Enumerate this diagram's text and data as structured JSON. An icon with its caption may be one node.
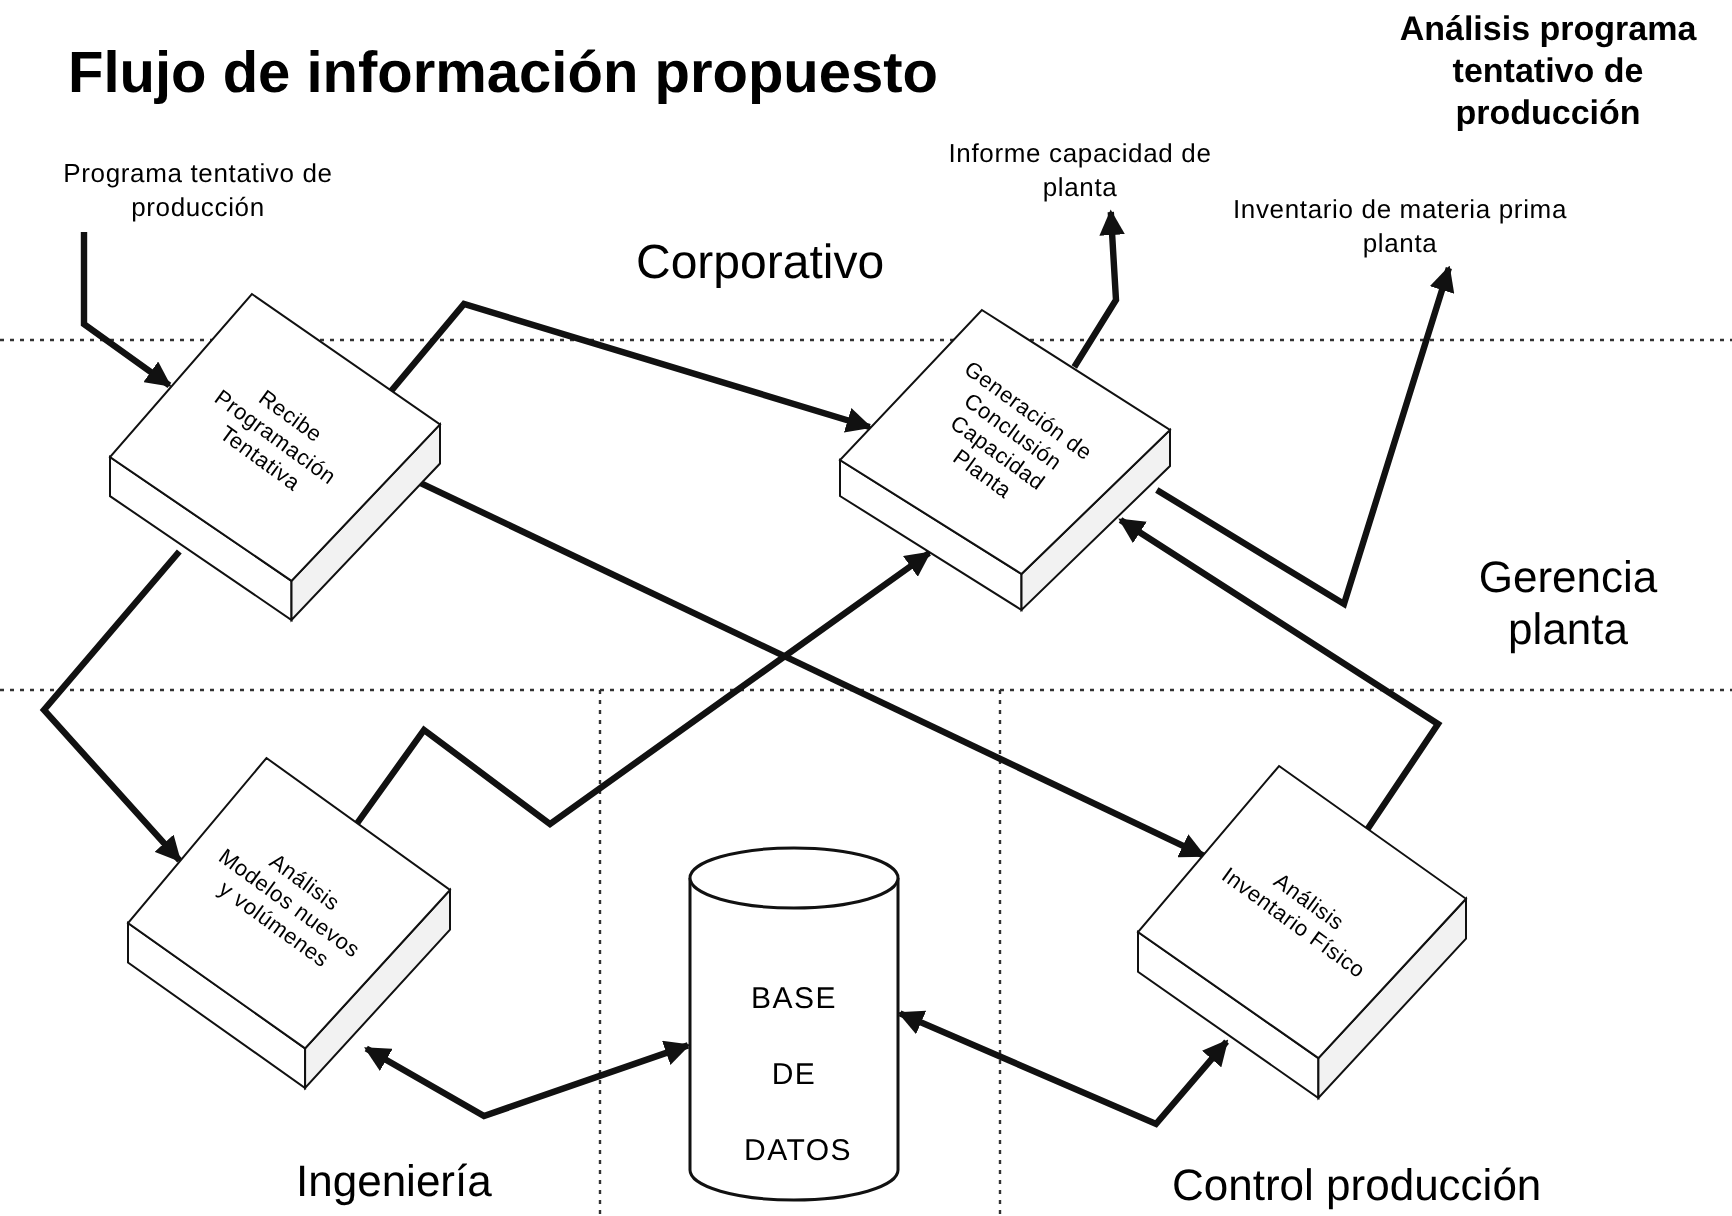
{
  "diagram": {
    "title": "Flujo de información propuesto",
    "nodes": [
      {
        "text": [
          "Programa tentativo de producción"
        ]
      },
      {
        "text": [
          "Recibe Programación Tentativa"
        ]
      },
      {
        "text": [
          "Informe capacidad de planta"
        ]
      },
      {
        "text": [
          "Generación de Conclusión Capacidad Planta"
        ]
      },
      {
        "text": [
          "Inventario de materia prima planta"
        ]
      },
      {
        "text": [
          "Análisis Modelos nuevos y volúmenes"
        ]
      },
      {
        "text": [
          "BASE DE DATOS"
        ]
      },
      {
        "text": [
          "Análisis Inventario Físico"
        ]
      }
    ],
    "edges": [
      {
        "from": 0,
        "to": 1,
        "arrow": "to"
      },
      {
        "from": 1,
        "to": 3,
        "arrow": "to"
      },
      {
        "from": 1,
        "to": 7,
        "arrow": "to"
      },
      {
        "from": 1,
        "to": 5,
        "arrow": "to"
      },
      {
        "from": 5,
        "to": 3,
        "arrow": "to"
      },
      {
        "from": 3,
        "to": 2,
        "arrow": "to"
      },
      {
        "from": 3,
        "to": 4,
        "arrow": "to"
      },
      {
        "from": 7,
        "to": 3,
        "arrow": "to"
      },
      {
        "from": 5,
        "to": 6,
        "arrow": "both"
      },
      {
        "from": 6,
        "to": 7,
        "arrow": "both"
      }
    ],
    "labels": [
      "Análisis programa tentativo de producción",
      "Corporativo",
      "Gerencia planta",
      "Ingeniería",
      "Control producción"
    ]
  }
}
